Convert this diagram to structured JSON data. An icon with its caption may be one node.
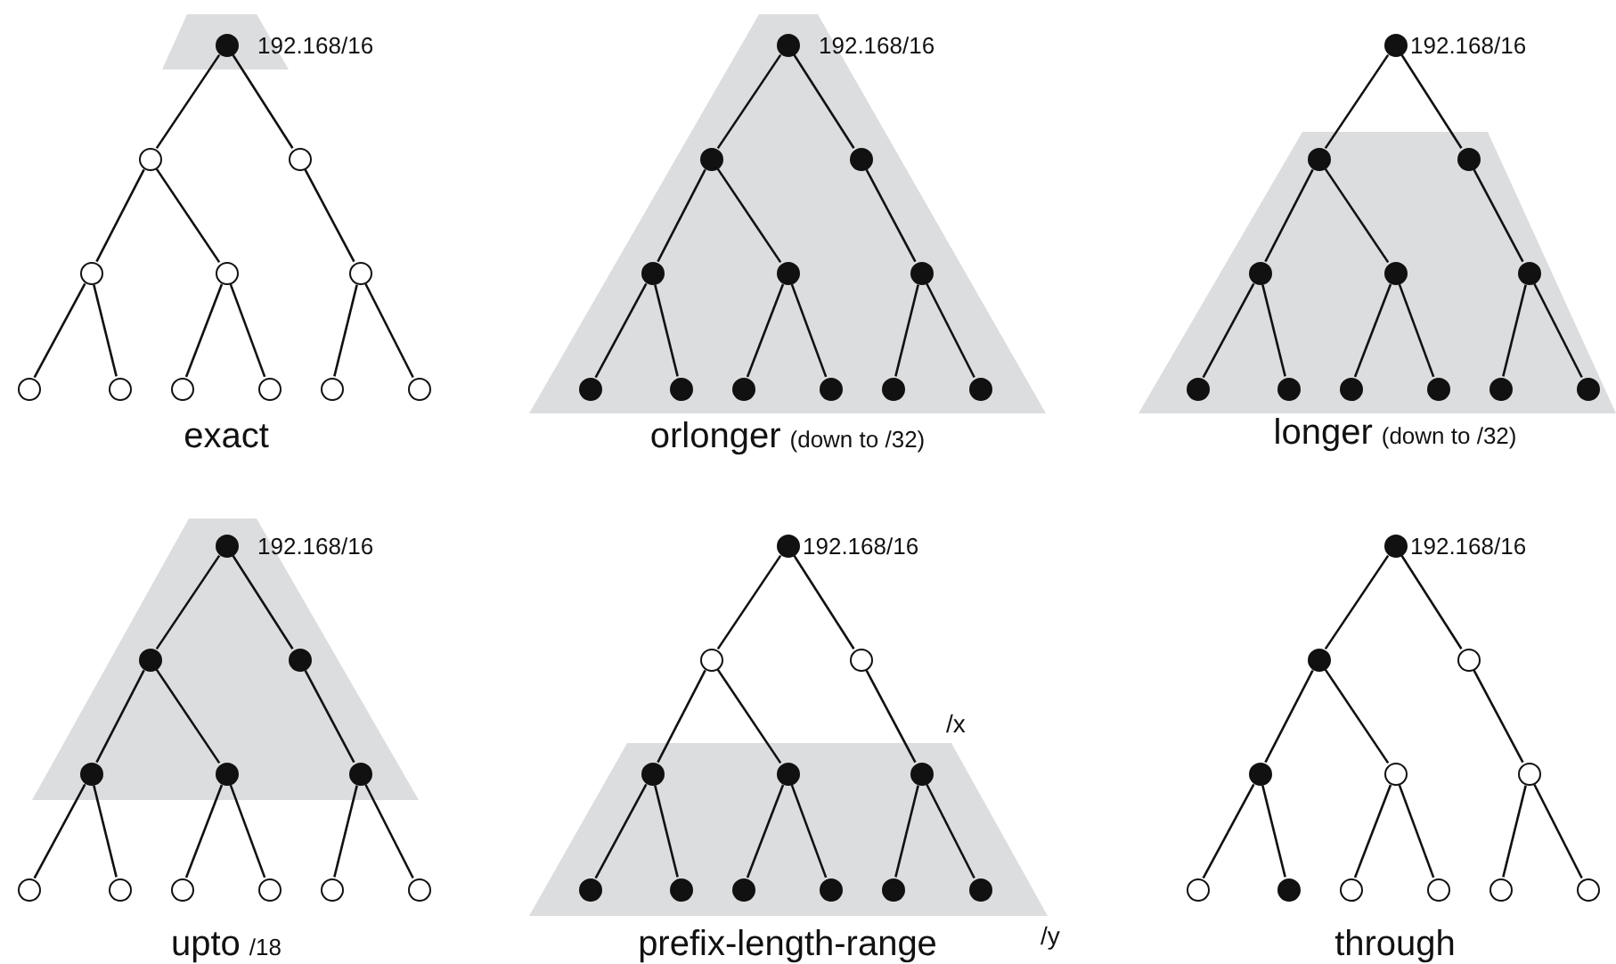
{
  "diagram": {
    "nodes": [
      {
        "text": [],
        "shape": "dot",
        "beside": [
          "192.168/16"
        ]
      },
      {
        "text": [],
        "shape": "circle"
      },
      {
        "text": [],
        "shape": "circle"
      },
      {
        "text": [],
        "shape": "circle"
      },
      {
        "text": [],
        "shape": "circle"
      },
      {
        "text": [],
        "shape": "circle"
      },
      {
        "text": [],
        "shape": "circle"
      },
      {
        "text": [],
        "shape": "circle"
      },
      {
        "text": [],
        "shape": "circle"
      },
      {
        "text": [],
        "shape": "circle"
      },
      {
        "text": [],
        "shape": "circle"
      },
      {
        "text": [],
        "shape": "circle"
      },
      {
        "text": [],
        "shape": "dot",
        "beside": [
          "192.168/16"
        ]
      },
      {
        "text": [],
        "shape": "dot"
      },
      {
        "text": [],
        "shape": "dot"
      },
      {
        "text": [],
        "shape": "dot"
      },
      {
        "text": [],
        "shape": "dot"
      },
      {
        "text": [],
        "shape": "dot"
      },
      {
        "text": [],
        "shape": "dot"
      },
      {
        "text": [],
        "shape": "dot"
      },
      {
        "text": [],
        "shape": "dot"
      },
      {
        "text": [],
        "shape": "dot"
      },
      {
        "text": [],
        "shape": "dot"
      },
      {
        "text": [],
        "shape": "dot"
      },
      {
        "text": [],
        "shape": "dot",
        "beside": [
          "192.168/16"
        ]
      },
      {
        "text": [],
        "shape": "dot"
      },
      {
        "text": [],
        "shape": "dot"
      },
      {
        "text": [],
        "shape": "dot"
      },
      {
        "text": [],
        "shape": "dot"
      },
      {
        "text": [],
        "shape": "dot"
      },
      {
        "text": [],
        "shape": "dot"
      },
      {
        "text": [],
        "shape": "dot"
      },
      {
        "text": [],
        "shape": "dot"
      },
      {
        "text": [],
        "shape": "dot"
      },
      {
        "text": [],
        "shape": "dot"
      },
      {
        "text": [],
        "shape": "dot"
      },
      {
        "text": [],
        "shape": "dot",
        "beside": [
          "192.168/16"
        ]
      },
      {
        "text": [],
        "shape": "dot"
      },
      {
        "text": [],
        "shape": "dot"
      },
      {
        "text": [],
        "shape": "dot"
      },
      {
        "text": [],
        "shape": "dot"
      },
      {
        "text": [],
        "shape": "dot"
      },
      {
        "text": [],
        "shape": "circle"
      },
      {
        "text": [],
        "shape": "circle"
      },
      {
        "text": [],
        "shape": "circle"
      },
      {
        "text": [],
        "shape": "circle"
      },
      {
        "text": [],
        "shape": "circle"
      },
      {
        "text": [],
        "shape": "circle"
      },
      {
        "text": [],
        "shape": "dot",
        "beside": [
          "192.168/16"
        ]
      },
      {
        "text": [],
        "shape": "circle"
      },
      {
        "text": [],
        "shape": "circle"
      },
      {
        "text": [],
        "shape": "dot"
      },
      {
        "text": [],
        "shape": "dot"
      },
      {
        "text": [],
        "shape": "dot"
      },
      {
        "text": [],
        "shape": "dot"
      },
      {
        "text": [],
        "shape": "dot"
      },
      {
        "text": [],
        "shape": "dot"
      },
      {
        "text": [],
        "shape": "dot"
      },
      {
        "text": [],
        "shape": "dot"
      },
      {
        "text": [],
        "shape": "dot"
      },
      {
        "text": [],
        "shape": "dot",
        "beside": [
          "192.168/16"
        ]
      },
      {
        "text": [],
        "shape": "dot"
      },
      {
        "text": [],
        "shape": "circle"
      },
      {
        "text": [],
        "shape": "dot"
      },
      {
        "text": [],
        "shape": "circle"
      },
      {
        "text": [],
        "shape": "circle"
      },
      {
        "text": [],
        "shape": "circle"
      },
      {
        "text": [],
        "shape": "dot"
      },
      {
        "text": [],
        "shape": "circle"
      },
      {
        "text": [],
        "shape": "circle"
      },
      {
        "text": [],
        "shape": "circle"
      },
      {
        "text": [],
        "shape": "circle"
      }
    ],
    "edges": [
      {
        "from": 0,
        "to": 1,
        "arrow": "none"
      },
      {
        "from": 0,
        "to": 2,
        "arrow": "none"
      },
      {
        "from": 1,
        "to": 3,
        "arrow": "none"
      },
      {
        "from": 1,
        "to": 4,
        "arrow": "none"
      },
      {
        "from": 2,
        "to": 5,
        "arrow": "none"
      },
      {
        "from": 3,
        "to": 6,
        "arrow": "none"
      },
      {
        "from": 3,
        "to": 7,
        "arrow": "none"
      },
      {
        "from": 4,
        "to": 8,
        "arrow": "none"
      },
      {
        "from": 4,
        "to": 9,
        "arrow": "none"
      },
      {
        "from": 5,
        "to": 10,
        "arrow": "none"
      },
      {
        "from": 5,
        "to": 11,
        "arrow": "none"
      },
      {
        "from": 12,
        "to": 13,
        "arrow": "none"
      },
      {
        "from": 12,
        "to": 14,
        "arrow": "none"
      },
      {
        "from": 13,
        "to": 15,
        "arrow": "none"
      },
      {
        "from": 13,
        "to": 16,
        "arrow": "none"
      },
      {
        "from": 14,
        "to": 17,
        "arrow": "none"
      },
      {
        "from": 15,
        "to": 18,
        "arrow": "none"
      },
      {
        "from": 15,
        "to": 19,
        "arrow": "none"
      },
      {
        "from": 16,
        "to": 20,
        "arrow": "none"
      },
      {
        "from": 16,
        "to": 21,
        "arrow": "none"
      },
      {
        "from": 17,
        "to": 22,
        "arrow": "none"
      },
      {
        "from": 17,
        "to": 23,
        "arrow": "none"
      },
      {
        "from": 24,
        "to": 25,
        "arrow": "none"
      },
      {
        "from": 24,
        "to": 26,
        "arrow": "none"
      },
      {
        "from": 25,
        "to": 27,
        "arrow": "none"
      },
      {
        "from": 25,
        "to": 28,
        "arrow": "none"
      },
      {
        "from": 26,
        "to": 29,
        "arrow": "none"
      },
      {
        "from": 27,
        "to": 30,
        "arrow": "none"
      },
      {
        "from": 27,
        "to": 31,
        "arrow": "none"
      },
      {
        "from": 28,
        "to": 32,
        "arrow": "none"
      },
      {
        "from": 28,
        "to": 33,
        "arrow": "none"
      },
      {
        "from": 29,
        "to": 34,
        "arrow": "none"
      },
      {
        "from": 29,
        "to": 35,
        "arrow": "none"
      },
      {
        "from": 36,
        "to": 37,
        "arrow": "none"
      },
      {
        "from": 36,
        "to": 38,
        "arrow": "none"
      },
      {
        "from": 37,
        "to": 39,
        "arrow": "none"
      },
      {
        "from": 37,
        "to": 40,
        "arrow": "none"
      },
      {
        "from": 38,
        "to": 41,
        "arrow": "none"
      },
      {
        "from": 39,
        "to": 42,
        "arrow": "none"
      },
      {
        "from": 39,
        "to": 43,
        "arrow": "none"
      },
      {
        "from": 40,
        "to": 44,
        "arrow": "none"
      },
      {
        "from": 40,
        "to": 45,
        "arrow": "none"
      },
      {
        "from": 41,
        "to": 46,
        "arrow": "none"
      },
      {
        "from": 41,
        "to": 47,
        "arrow": "none"
      },
      {
        "from": 48,
        "to": 49,
        "arrow": "none"
      },
      {
        "from": 48,
        "to": 50,
        "arrow": "none"
      },
      {
        "from": 49,
        "to": 51,
        "arrow": "none"
      },
      {
        "from": 49,
        "to": 52,
        "arrow": "none"
      },
      {
        "from": 50,
        "to": 53,
        "arrow": "none"
      },
      {
        "from": 51,
        "to": 54,
        "arrow": "none"
      },
      {
        "from": 51,
        "to": 55,
        "arrow": "none"
      },
      {
        "from": 52,
        "to": 56,
        "arrow": "none"
      },
      {
        "from": 52,
        "to": 57,
        "arrow": "none"
      },
      {
        "from": 53,
        "to": 58,
        "arrow": "none"
      },
      {
        "from": 53,
        "to": 59,
        "arrow": "none"
      },
      {
        "from": 60,
        "to": 61,
        "arrow": "none"
      },
      {
        "from": 60,
        "to": 62,
        "arrow": "none"
      },
      {
        "from": 61,
        "to": 63,
        "arrow": "none"
      },
      {
        "from": 61,
        "to": 64,
        "arrow": "none"
      },
      {
        "from": 62,
        "to": 65,
        "arrow": "none"
      },
      {
        "from": 63,
        "to": 66,
        "arrow": "none"
      },
      {
        "from": 63,
        "to": 67,
        "arrow": "none"
      },
      {
        "from": 64,
        "to": 68,
        "arrow": "none"
      },
      {
        "from": 64,
        "to": 69,
        "arrow": "none"
      },
      {
        "from": 65,
        "to": 70,
        "arrow": "none"
      },
      {
        "from": 65,
        "to": 71,
        "arrow": "none"
      }
    ],
    "labels": [
      "exact",
      "orlonger",
      "(down to /32)",
      "longer",
      "(down to /32)",
      "upto",
      "/18",
      "/x",
      "prefix-length-range",
      "/y",
      "through"
    ]
  }
}
